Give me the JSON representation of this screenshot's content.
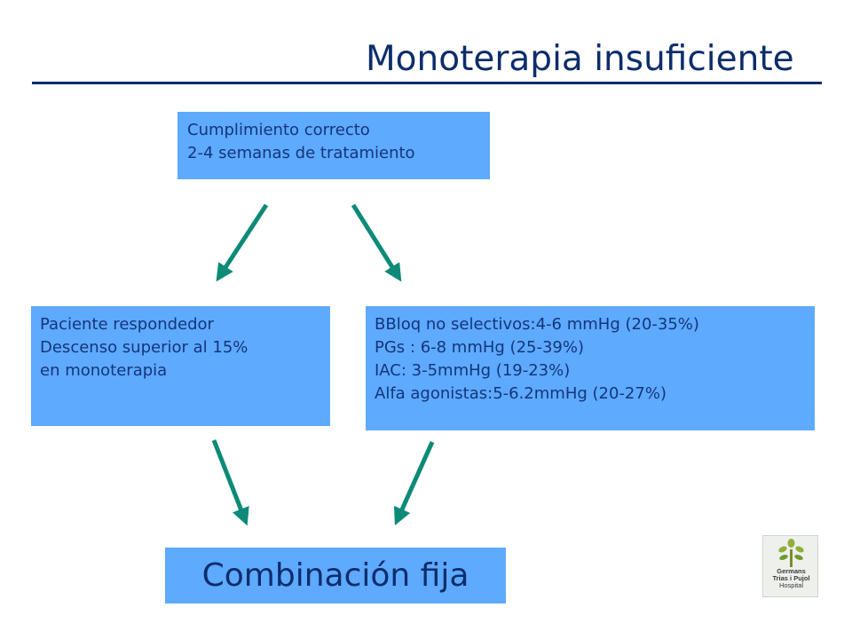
{
  "title": "Monoterapia insuficiente",
  "boxes": {
    "top": [
      "Cumplimiento correcto",
      "2-4 semanas de tratamiento"
    ],
    "left": [
      "Paciente respondedor",
      "Descenso superior al 15%",
      "en monoterapia"
    ],
    "right": [
      "BBloq no selectivos:4-6 mmHg (20-35%)",
      "PGs : 6-8 mmHg (25-39%)",
      "IAC: 3-5mmHg (19-23%)",
      "Alfa agonistas:5-6.2mmHg (20-27%)"
    ],
    "bottom": "Combinación fija"
  },
  "logo": {
    "icon": "tree-icon",
    "lines": [
      "Germans",
      "Trias i Pujol",
      "Hospital"
    ]
  },
  "colors": {
    "box_fill": "#5eaaff",
    "title_text": "#0d2d6b",
    "box_text": "#14357a",
    "arrow": "#0e8a78"
  }
}
